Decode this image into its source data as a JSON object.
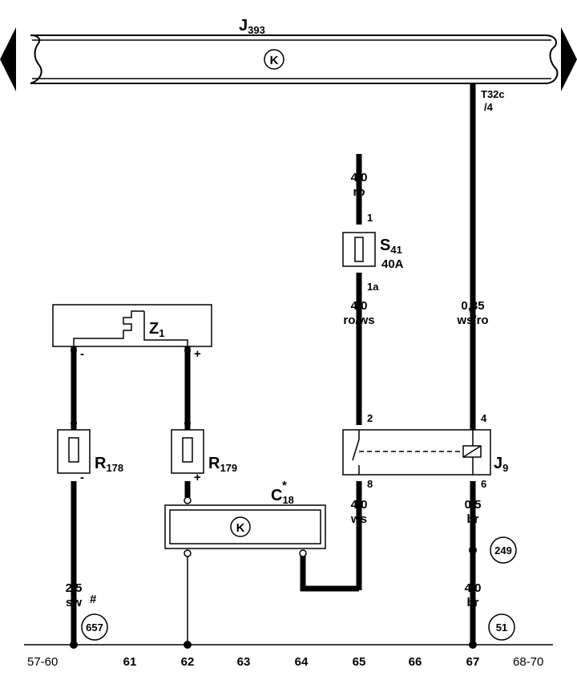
{
  "components": {
    "j393": {
      "name": "J",
      "sub": "393",
      "connector": "T32c",
      "connector_pin": "/4"
    },
    "j9": {
      "name": "J",
      "sub": "9",
      "pin_2": "2",
      "pin_4": "4",
      "pin_8": "8",
      "pin_6": "6"
    },
    "s41": {
      "name": "S",
      "sub": "41",
      "rating": "40A",
      "pin_in": "1",
      "pin_out": "1a"
    },
    "z1": {
      "name": "Z",
      "sub": "1"
    },
    "r178": {
      "name": "R",
      "sub": "178"
    },
    "r179": {
      "name": "R",
      "sub": "179"
    },
    "c18": {
      "name": "C",
      "sub": "18",
      "mark": "*"
    },
    "ground_symbol": "K"
  },
  "wires": {
    "s41_in": {
      "gauge": "4,0",
      "color": "ro"
    },
    "s41_out": {
      "gauge": "4,0",
      "color": "ro/ws"
    },
    "j393_out": {
      "gauge": "0,35",
      "color": "ws/ro"
    },
    "j9_8": {
      "gauge": "4,0",
      "color": "ws"
    },
    "j9_6": {
      "gauge": "0,5",
      "color": "br"
    },
    "ground_51": {
      "gauge": "4,0",
      "color": "br"
    },
    "r178_ground": {
      "gauge": "2,5",
      "color": "sw",
      "mark": "#"
    }
  },
  "polarity": {
    "z1_left": "-",
    "z1_right": "+",
    "r178_bottom": "-",
    "r179_bottom": "+"
  },
  "refs": {
    "r249": "249",
    "r657": "657",
    "r51": "51"
  },
  "footer": {
    "left_range": "57-60",
    "right_range": "68-70",
    "tracks": [
      "61",
      "62",
      "63",
      "64",
      "65",
      "66",
      "67"
    ]
  }
}
